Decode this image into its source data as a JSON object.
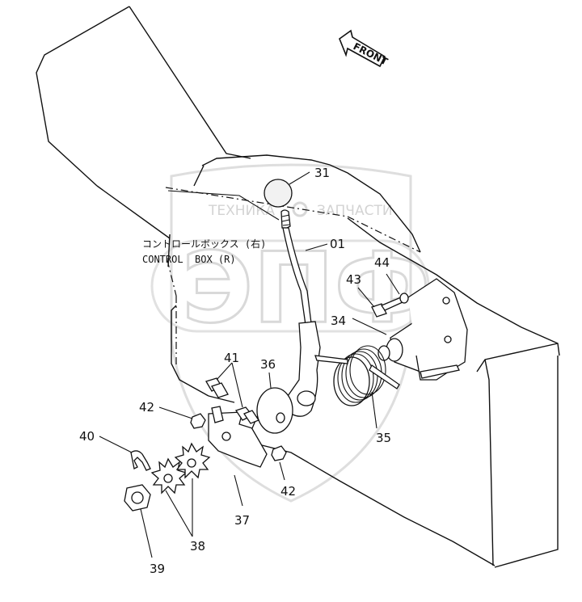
{
  "direction_label": "FRONT",
  "assembly_label": {
    "japanese": "コントロールボックス (右)",
    "english": "CONTROL  BOX (R)"
  },
  "callouts": {
    "p01": "01",
    "p31": "31",
    "p34": "34",
    "p35": "35",
    "p36": "36",
    "p37": "37",
    "p38": "38",
    "p39": "39",
    "p40": "40",
    "p41": "41",
    "p42a": "42",
    "p42b": "42",
    "p43": "43",
    "p44": "44"
  },
  "watermark": {
    "left_text": "ТЕХНИКА",
    "right_text": "ЗАПЧАСТИ",
    "logo_letters": "ЭПФ"
  }
}
